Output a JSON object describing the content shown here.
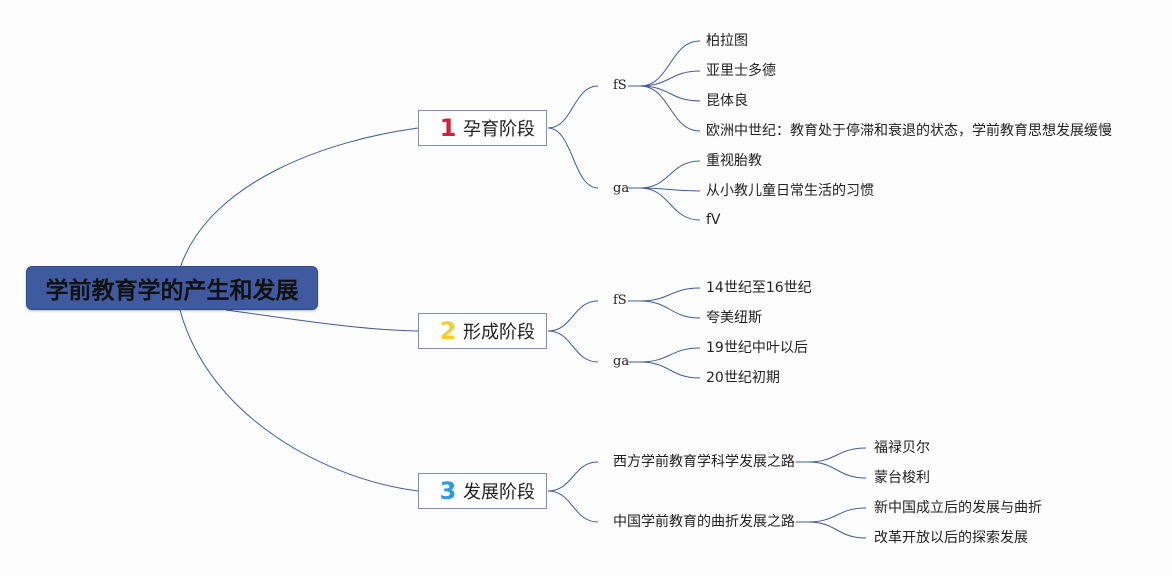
{
  "root": {
    "title": "学前教育学的产生和发展"
  },
  "stages": [
    {
      "num": "1",
      "num_color": "#d0203a",
      "label": "孕育阶段",
      "groups": [
        {
          "label": "fS",
          "leaves": [
            "柏拉图",
            "亚里士多德",
            "昆体良",
            "欧洲中世纪：教育处于停滞和衰退的状态，学前教育思想发展缓慢"
          ]
        },
        {
          "label": "ga",
          "leaves": [
            "重视胎教",
            "从小教儿童日常生活的习惯",
            "fV"
          ]
        }
      ]
    },
    {
      "num": "2",
      "num_color": "#f2cc30",
      "label": "形成阶段",
      "groups": [
        {
          "label": "fS",
          "leaves": [
            "14世纪至16世纪",
            "夸美纽斯"
          ]
        },
        {
          "label": "ga",
          "leaves": [
            "19世纪中叶以后",
            "20世纪初期"
          ]
        }
      ]
    },
    {
      "num": "3",
      "num_color": "#2b9be0",
      "label": "发展阶段",
      "groups": [
        {
          "label": "西方学前教育学科学发展之路",
          "leaves": [
            "福禄贝尔",
            "蒙台梭利"
          ]
        },
        {
          "label": "中国学前教育的曲折发展之路",
          "leaves": [
            "新中国成立后的发展与曲折",
            "改革开放以后的探索发展"
          ]
        }
      ]
    }
  ],
  "colors": {
    "line": "#3f5a9e",
    "root_bg": "#3f5a9e"
  }
}
